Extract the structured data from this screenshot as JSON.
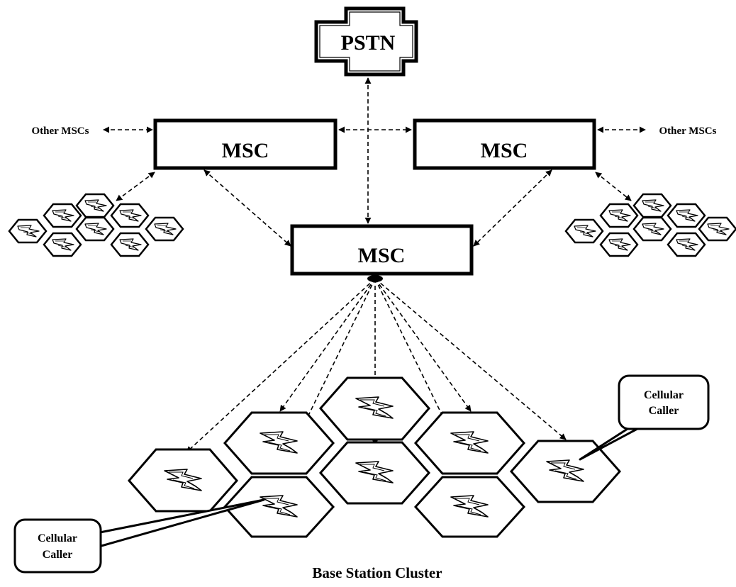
{
  "pstn": {
    "label": "PSTN"
  },
  "msc_left": {
    "label": "MSC"
  },
  "msc_right": {
    "label": "MSC"
  },
  "msc_center": {
    "label": "MSC"
  },
  "other_left": {
    "label": "Other MSCs"
  },
  "other_right": {
    "label": "Other MSCs"
  },
  "callout_right": {
    "line1": "Cellular",
    "line2": "Caller"
  },
  "callout_left": {
    "line1": "Cellular",
    "line2": "Caller"
  },
  "caption": "Base Station Cluster",
  "icons": {
    "cell": "lightning-bolt-icon"
  }
}
